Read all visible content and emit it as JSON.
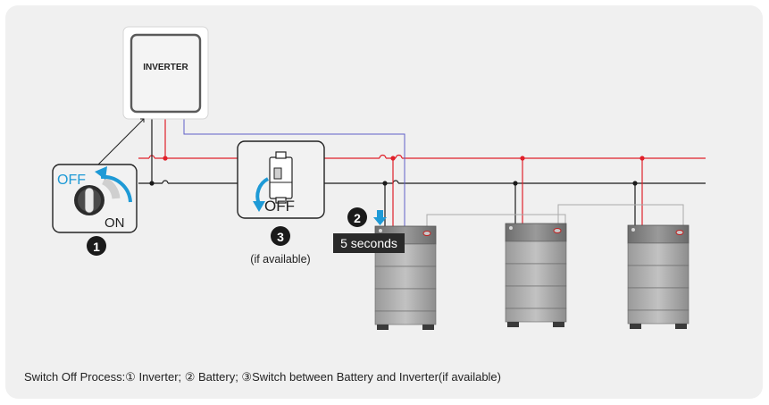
{
  "inverter": {
    "label": "INVERTER"
  },
  "step1": {
    "number": "1",
    "off_label": "OFF",
    "on_label": "ON"
  },
  "step2": {
    "number": "2",
    "duration_label": "5 seconds"
  },
  "step3": {
    "number": "3",
    "off_label": "OFF",
    "note": "(if available)"
  },
  "caption": "Switch Off Process:① Inverter; ② Battery; ③Switch between Battery and Inverter(if available)",
  "colors": {
    "line_red": "#e0202a",
    "line_black": "#1a1a1a",
    "line_blue": "#6060c8",
    "accent_blue": "#1e9ad6",
    "panel_bg": "#f0f0f0",
    "battery_gray": "#8c8c8c"
  }
}
